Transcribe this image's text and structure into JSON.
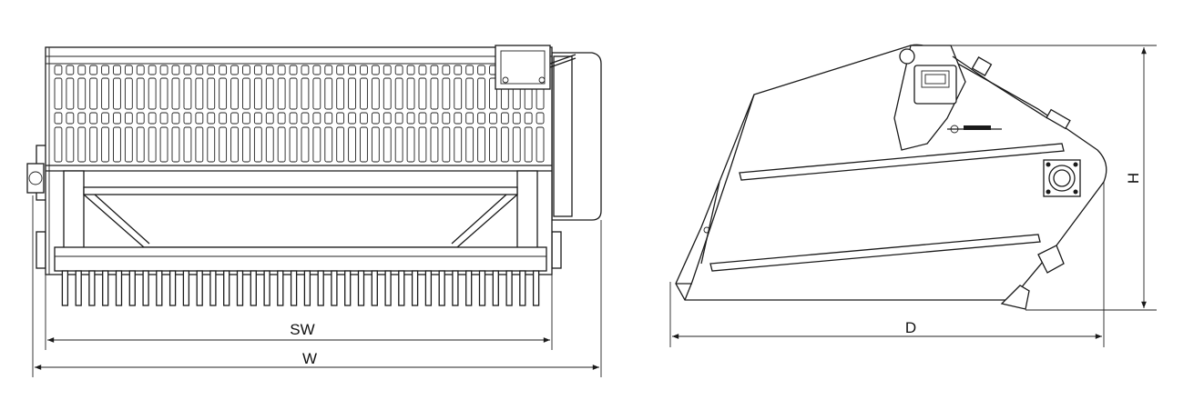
{
  "dimensions": {
    "sw": "SW",
    "w": "W",
    "d": "D",
    "h": "H"
  },
  "colors": {
    "line": "#1a1a1a",
    "background": "#ffffff"
  }
}
